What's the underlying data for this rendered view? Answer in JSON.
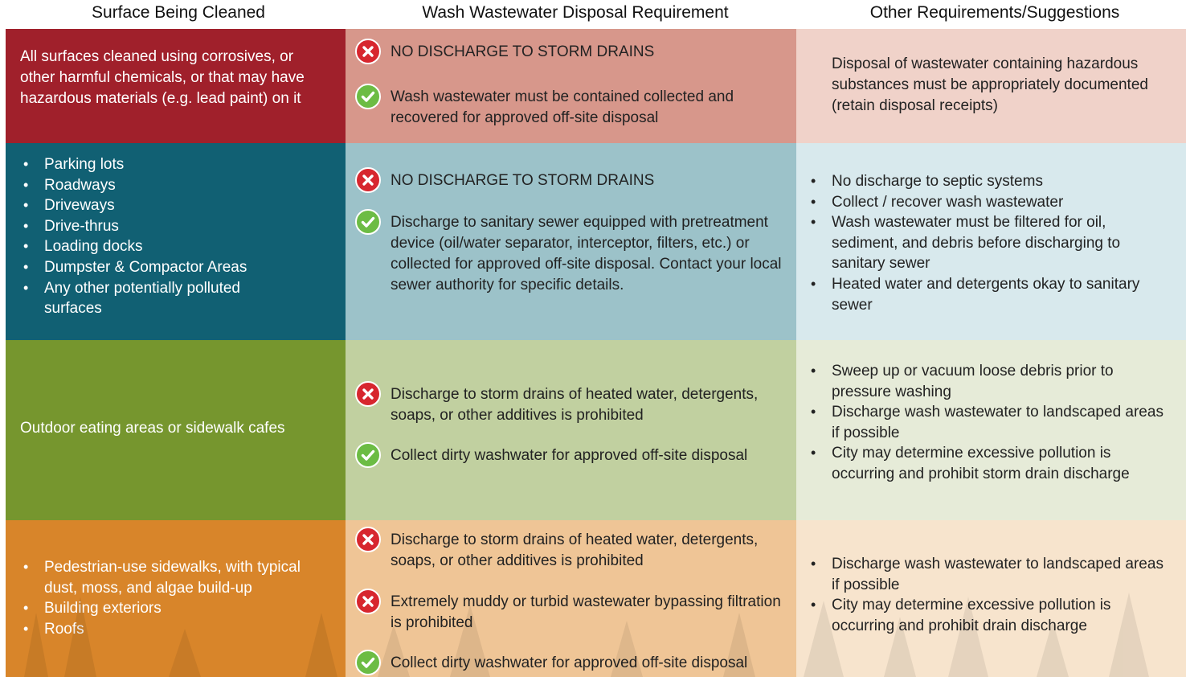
{
  "headers": {
    "col1": "Surface Being Cleaned",
    "col2": "Wash Wastewater Disposal Requirement",
    "col3": "Other Requirements/Suggestions"
  },
  "colors": {
    "row1": [
      "#a0202b",
      "#d7978b",
      "#f0d2c9"
    ],
    "row2": [
      "#116073",
      "#9cc2c9",
      "#d8e9ed"
    ],
    "row3": [
      "#76962e",
      "#c1d0a0",
      "#e6ebd8"
    ],
    "row4": [
      "#d8852a",
      "#efc596",
      "#f7e4cd"
    ],
    "no_icon": "#d7262e",
    "yes_icon": "#6cbc44"
  },
  "rows": [
    {
      "surface_text": "All surfaces cleaned using corrosives, or other harmful chemicals, or that may have hazardous materials (e.g. lead paint) on it",
      "requirements": [
        {
          "type": "no",
          "text": "NO DISCHARGE TO STORM DRAINS"
        },
        {
          "type": "yes",
          "text": "Wash wastewater must be contained collected and recovered for approved off-site disposal"
        }
      ],
      "other_text": "Disposal of wastewater containing hazardous substances must be appropriately documented (retain disposal receipts)"
    },
    {
      "surface_items": [
        "Parking lots",
        "Roadways",
        "Driveways",
        "Drive-thrus",
        "Loading docks",
        "Dumpster & Compactor Areas",
        "Any other potentially polluted surfaces"
      ],
      "requirements": [
        {
          "type": "no",
          "text": "NO DISCHARGE TO STORM DRAINS"
        },
        {
          "type": "yes",
          "text": "Discharge to sanitary sewer equipped with pretreatment device (oil/water separator, interceptor, filters, etc.) or collected for approved off-site disposal. Contact your local sewer authority for specific details."
        }
      ],
      "other_items": [
        "No discharge to septic systems",
        "Collect / recover wash wastewater",
        "Wash wastewater must be filtered for oil, sediment, and debris before discharging to sanitary sewer",
        "Heated water and detergents okay to sanitary sewer"
      ]
    },
    {
      "surface_text": "Outdoor eating areas or sidewalk cafes",
      "requirements": [
        {
          "type": "no",
          "text": "Discharge to storm drains of heated water, detergents, soaps, or other additives is prohibited"
        },
        {
          "type": "yes",
          "text": "Collect dirty washwater for approved off-site disposal"
        }
      ],
      "other_items": [
        "Sweep up or vacuum loose debris prior to pressure washing",
        "Discharge wash wastewater to landscaped areas if possible",
        "City may determine excessive pollution is occurring and prohibit storm drain discharge"
      ]
    },
    {
      "surface_items": [
        "Pedestrian-use sidewalks, with typical dust, moss, and algae build-up",
        "Building exteriors",
        "Roofs"
      ],
      "requirements": [
        {
          "type": "no",
          "text": "Discharge to storm drains of heated water, detergents, soaps, or other additives is prohibited"
        },
        {
          "type": "no",
          "text": "Extremely muddy or turbid wastewater bypassing filtration is prohibited"
        },
        {
          "type": "yes",
          "text": "Collect dirty washwater for approved off-site disposal"
        }
      ],
      "other_items": [
        "Discharge wash wastewater to landscaped areas if possible",
        "City may determine excessive pollution is occurring and prohibit drain discharge"
      ]
    }
  ]
}
